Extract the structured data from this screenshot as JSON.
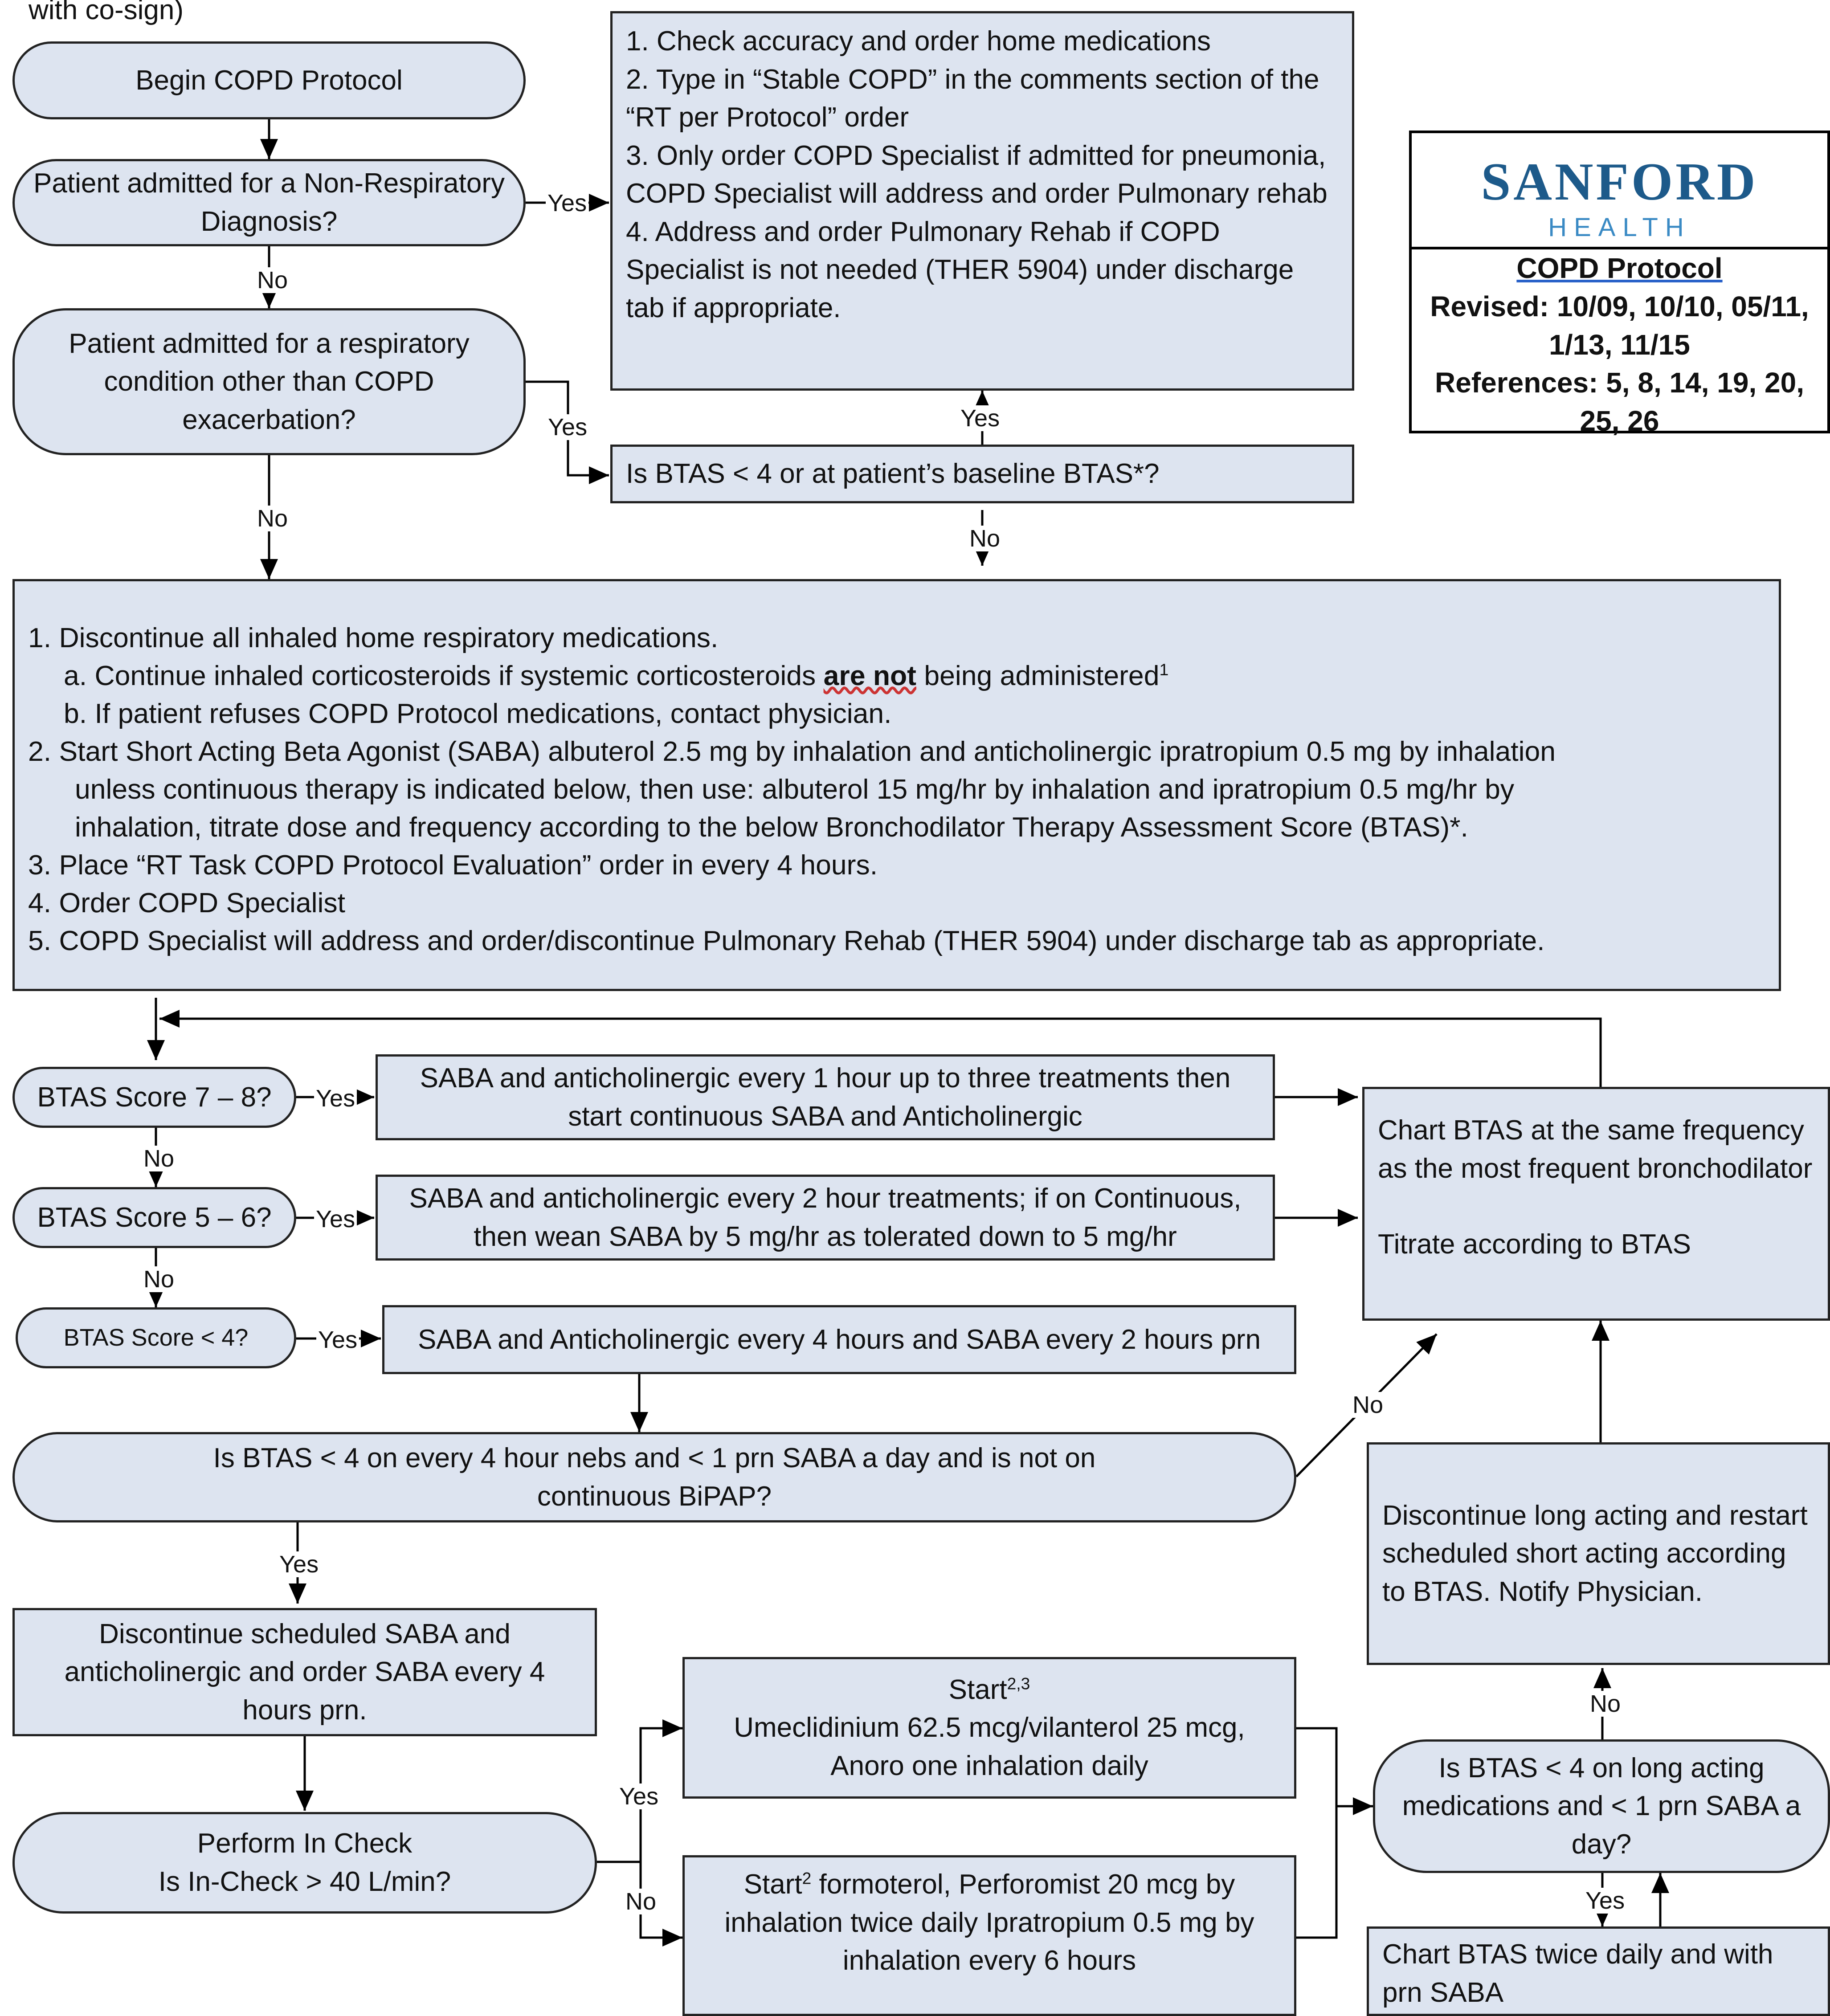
{
  "top_fragment": "with co-sign)",
  "logo": {
    "brand": "SANFORD",
    "sub": "HEALTH",
    "brand_color": "#1d5a8a",
    "sub_color": "#3a8ac4",
    "title": "COPD Protocol",
    "revised": "Revised: 10/09, 10/10, 05/11, 1/13, 11/15",
    "references": "References: 5, 8, 14, 19, 20, 25, 26"
  },
  "nodes": {
    "begin": "Begin COPD Protocol",
    "q_non_resp": "Patient admitted for a Non-Respiratory Diagnosis?",
    "q_resp_other": "Patient admitted for a respiratory condition other than COPD exacerbation?",
    "home_meds": [
      "1. Check accuracy and order home medications",
      "2. Type in “Stable COPD” in the comments section of the “RT per Protocol” order",
      "3. Only order COPD Specialist if admitted for pneumonia, COPD Specialist will address and order Pulmonary rehab",
      "4. Address and order Pulmonary Rehab if COPD Specialist is not needed (THER 5904) under discharge tab if appropriate."
    ],
    "q_btas_baseline": "Is BTAS < 4 or at patient’s baseline BTAS*?",
    "main": {
      "l1": "1. Discontinue all inhaled home respiratory medications.",
      "l1a_pre": "a. Continue inhaled corticosteroids if systemic corticosteroids ",
      "l1a_bold": "are not",
      "l1a_post": " being administered",
      "l1a_sup": "1",
      "l1b": "b. If patient refuses COPD Protocol medications, contact physician.",
      "l2a": "2. Start Short Acting Beta Agonist (SABA) albuterol 2.5 mg by inhalation and anticholinergic ipratropium 0.5 mg by inhalation",
      "l2b": "unless continuous therapy is indicated below, then use: albuterol 15 mg/hr by inhalation and ipratropium 0.5 mg/hr by",
      "l2c": "inhalation, titrate dose and frequency according to the below Bronchodilator Therapy Assessment Score (BTAS)*.",
      "l3": "3. Place “RT Task COPD Protocol Evaluation” order in every 4 hours.",
      "l4": "4. Order COPD Specialist",
      "l5": "5. COPD Specialist will address and order/discontinue Pulmonary Rehab (THER 5904) under discharge tab as appropriate."
    },
    "q_btas78": "BTAS Score 7 – 8?",
    "a_btas78": "SABA and anticholinergic every 1 hour up to three treatments then start continuous SABA and Anticholinergic",
    "q_btas56": "BTAS Score 5 – 6?",
    "a_btas56": "SABA and anticholinergic every 2 hour treatments; if on Continuous, then wean SABA by 5 mg/hr as tolerated down to 5 mg/hr",
    "q_btas4": "BTAS Score < 4?",
    "a_btas4": "SABA and Anticholinergic every 4 hours and SABA every 2 hours prn",
    "chart_btas": "Chart BTAS at the same frequency as the most frequent bronchodilator",
    "titrate": "Titrate according to BTAS",
    "q_4hour": "Is BTAS < 4 on every 4 hour nebs and < 1 prn SABA a day and is not on continuous BiPAP?",
    "disc_sched": "Discontinue scheduled SABA and anticholinergic and order SABA every 4 hours prn.",
    "incheck_l1": "Perform In Check",
    "incheck_l2": "Is In-Check > 40 L/min?",
    "start_anoro_title": "Start",
    "start_anoro_sup": "2,3",
    "start_anoro_body": "Umeclidinium 62.5 mcg/vilanterol 25 mcg, Anoro one inhalation daily",
    "start_form_pre": "Start",
    "start_form_sup": "2",
    "start_form_body": " formoterol, Perforomist 20 mcg by inhalation twice daily Ipratropium 0.5 mg by inhalation every 6 hours",
    "q_long": "Is BTAS < 4 on long acting medications and < 1 prn SABA a day?",
    "disc_long": "Discontinue long acting and restart scheduled short acting according to BTAS. Notify Physician.",
    "chart_twice": "Chart BTAS twice daily and with prn SABA"
  },
  "labels": {
    "yes": "Yes",
    "no": "No"
  }
}
